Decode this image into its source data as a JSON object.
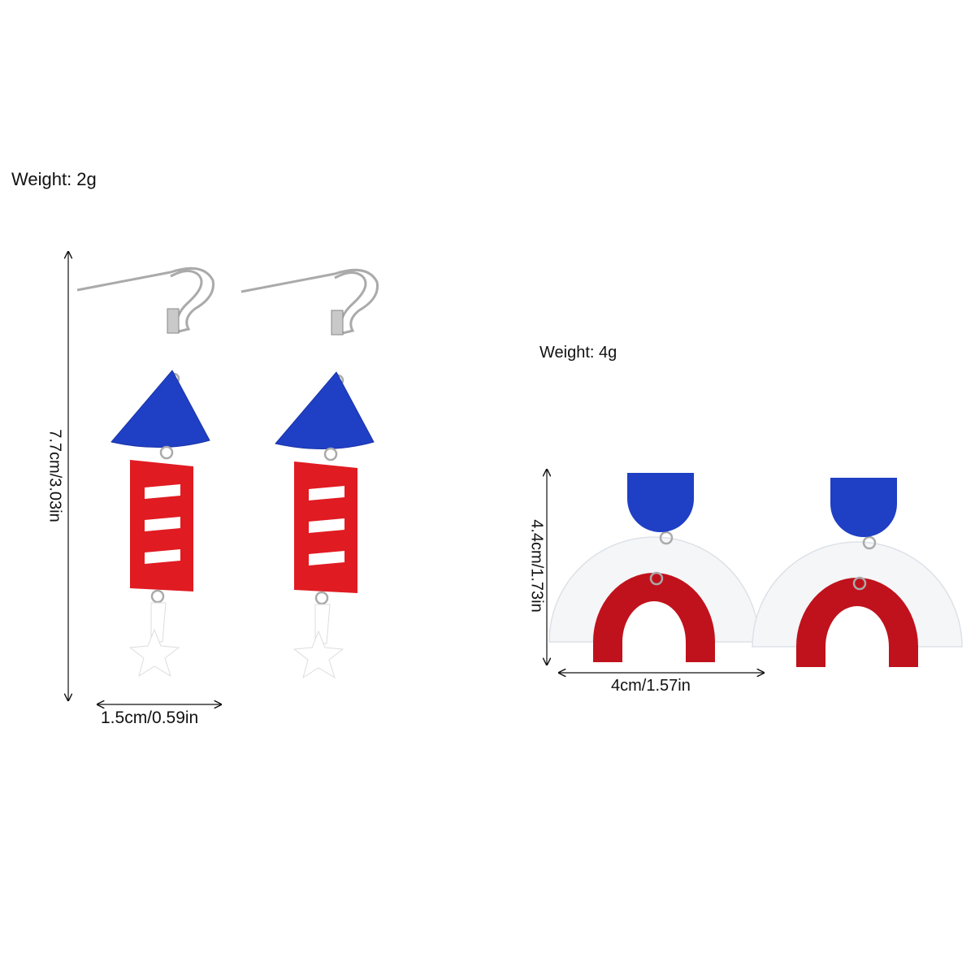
{
  "left_product": {
    "weight": "Weight: 2g",
    "height_label": "7.7cm/3.03in",
    "width_label": "1.5cm/0.59in"
  },
  "right_product": {
    "weight": "Weight: 4g",
    "height_label": "4.4cm/1.73in",
    "width_label": "4cm/1.57in"
  },
  "colors": {
    "blue": "#1f3fc4",
    "red": "#e01b22",
    "dark_red": "#c0121c",
    "white": "#ffffff",
    "silver": "#b8b8b8"
  }
}
